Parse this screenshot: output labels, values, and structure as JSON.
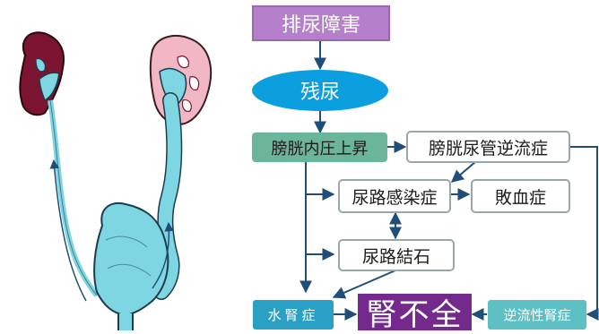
{
  "diagram": {
    "nodes": {
      "n1": "排尿障害",
      "n2": "残尿",
      "n3": "膀胱内圧上昇",
      "n4": "膀胱尿管逆流症",
      "n5": "尿路感染症",
      "n6": "敗血症",
      "n7": "尿路結石",
      "n8": "水腎症",
      "n9": "腎不全",
      "n10": "逆流性腎症"
    },
    "colors": {
      "arrow": "#1f4e79",
      "purple": "#b57fcb",
      "blue": "#0b9fe0",
      "teal": "#6bb69a",
      "dark_purple": "#742a8c",
      "dark_blue": "#2aa1c4",
      "light_teal": "#5cc0c4",
      "kidney_dark": "#7a1430",
      "kidney_pink": "#f2b7c4",
      "urinary_fluid": "#7ed6e3"
    }
  }
}
